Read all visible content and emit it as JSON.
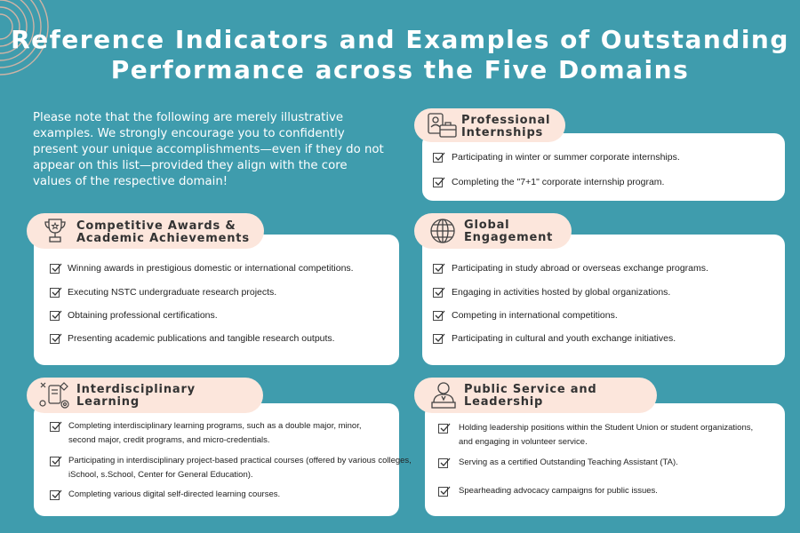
{
  "title_line1": "Reference Indicators and Examples of Outstanding",
  "title_line2": "Performance across the Five Domains",
  "note": "Please note that the following are merely illustrative examples. We strongly encourage you to confidently present your unique accomplishments—even if they do not appear on this list—provided they align with the core values of the respective domain!",
  "colors": {
    "background": "#3f9cad",
    "pill": "#fce6dc",
    "card": "#ffffff"
  },
  "domains": [
    {
      "title1": "Professional",
      "title2": "Internships",
      "icon": "briefcase-icon",
      "items": [
        "Participating in winter or summer corporate internships.",
        "Completing the \"7+1\" corporate internship program."
      ]
    },
    {
      "title1": "Competitive Awards &",
      "title2": "Academic Achievements",
      "icon": "trophy-icon",
      "items": [
        "Winning awards in prestigious domestic or international competitions.",
        "Executing NSTC undergraduate research projects.",
        "Obtaining professional certifications.",
        "Presenting academic publications and tangible research outputs."
      ]
    },
    {
      "title1": "Global",
      "title2": "Engagement",
      "icon": "globe-icon",
      "items": [
        "Participating in study abroad or overseas exchange programs.",
        "Engaging in activities hosted by global organizations.",
        "Competing in international competitions.",
        "Participating in cultural and youth exchange initiatives."
      ]
    },
    {
      "title1": "Interdisciplinary",
      "title2": "Learning",
      "icon": "interdisciplinary-icon",
      "items": [
        "Completing interdisciplinary learning programs, such as a double major, minor,",
        "second major, credit programs, and micro-credentials.",
        "Participating in interdisciplinary project-based practical courses (offered by various colleges,",
        "iSchool, s.School, Center for General Education).",
        "Completing various digital self-directed learning courses."
      ]
    },
    {
      "title1": "Public Service and",
      "title2": "Leadership",
      "icon": "leader-icon",
      "items": [
        "Holding leadership positions within the Student Union or student organizations,",
        "and engaging in volunteer service.",
        "Serving as a certified Outstanding Teaching Assistant (TA).",
        "Spearheading advocacy campaigns for public issues."
      ]
    }
  ]
}
